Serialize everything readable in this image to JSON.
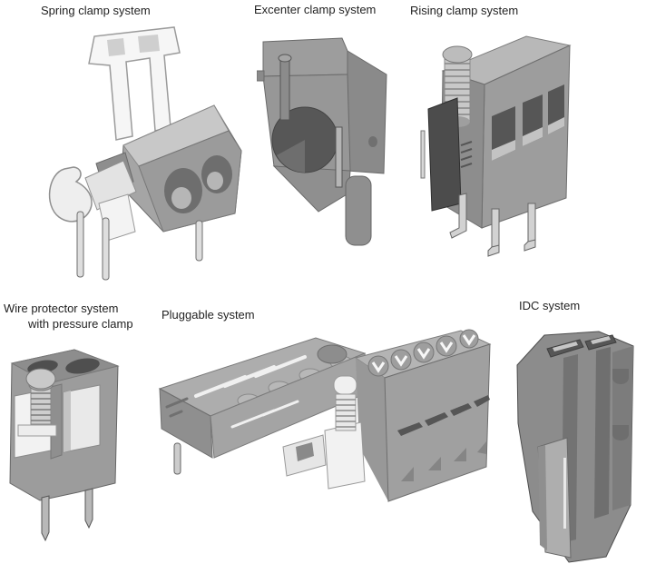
{
  "page": {
    "background": "#ffffff"
  },
  "palette": {
    "label_text": "#222222",
    "body_gray": "#a0a0a0",
    "light_gray": "#c8c8c8",
    "dark_gray": "#565656",
    "metal_white": "#f2f2f2",
    "outline_gray": "#6a6a6a"
  },
  "figures": [
    {
      "id": "spring-clamp",
      "label": "Spring clamp system"
    },
    {
      "id": "excenter-clamp",
      "label": "Excenter clamp system"
    },
    {
      "id": "rising-clamp",
      "label": "Rising clamp system"
    },
    {
      "id": "wire-protector",
      "label": "Wire protector system",
      "label_line2": "with pressure clamp"
    },
    {
      "id": "pluggable",
      "label": "Pluggable system"
    },
    {
      "id": "idc",
      "label": "IDC system"
    }
  ]
}
